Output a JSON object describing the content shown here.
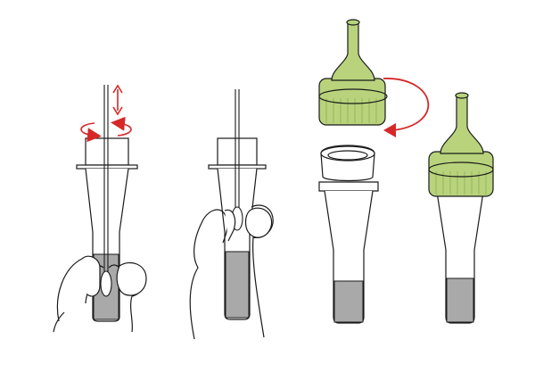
{
  "colors": {
    "background": "#ffffff",
    "outline": "#1a1a1a",
    "sample_liquid": "#a9a9a9",
    "cap_green": "#b8d37c",
    "cap_green_dark": "#95b45b",
    "arrow_red": "#d62828"
  },
  "steps": [
    {
      "step_id": "1",
      "icons": [
        "swab",
        "tube",
        "hand",
        "rotate-arrow",
        "up-down-arrow"
      ]
    },
    {
      "step_id": "2",
      "icons": [
        "swab",
        "tube",
        "hand"
      ]
    },
    {
      "step_id": "3",
      "icons": [
        "tube",
        "dropper-cap",
        "rotate-arrow"
      ]
    },
    {
      "step_id": "4",
      "icons": [
        "tube",
        "dropper-cap"
      ]
    }
  ]
}
